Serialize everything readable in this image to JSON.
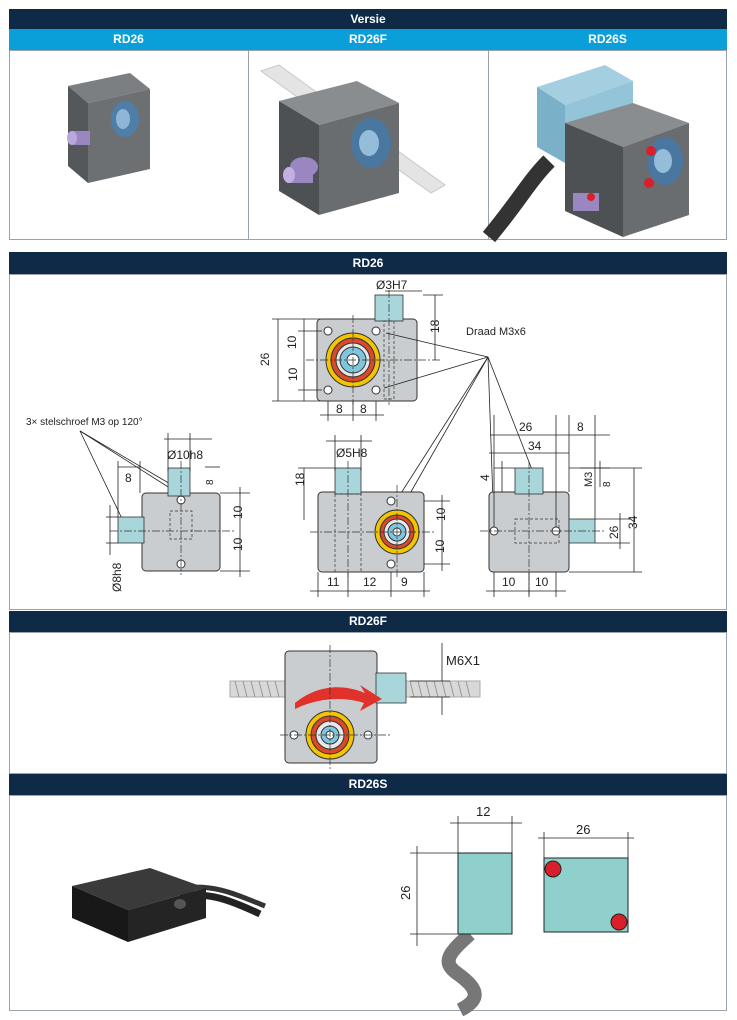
{
  "versions": {
    "header": "Versie",
    "columns": [
      "RD26",
      "RD26F",
      "RD26S"
    ],
    "photos": [
      "rd26-photo",
      "rd26f-photo",
      "rd26s-photo"
    ]
  },
  "rd26": {
    "header": "RD26",
    "top_view": {
      "shaft_label": "Ø3H7",
      "dims_vertical_left": [
        "26",
        "10",
        "10"
      ],
      "dim_right": "18",
      "dims_bottom": [
        "8",
        "8"
      ]
    },
    "callouts": {
      "thread": "Draad M3x6",
      "set_screw": "3× stelschroef M3 op 120°"
    },
    "left_view": {
      "shaft_label": "Ø10h8",
      "dim_top_left": "8",
      "dim_top_right": "8",
      "dims_right": [
        "10",
        "10"
      ],
      "bottom_label": "Ø8h8"
    },
    "front_view": {
      "shaft_label": "Ø5H8",
      "dim_left": "18",
      "dims_right": [
        "10",
        "10"
      ],
      "dims_bottom": [
        "11",
        "12",
        "9"
      ]
    },
    "right_view": {
      "dim_top_26": "26",
      "dim_top_8": "8",
      "dim_34_top": "34",
      "dim_4": "4",
      "dim_m3": "M3",
      "dim_8_side": "8",
      "dim_26_side": "26",
      "dim_34_side": "34",
      "dims_bottom": [
        "10",
        "10"
      ]
    }
  },
  "rd26f": {
    "header": "RD26F",
    "thread_label": "M6X1"
  },
  "rd26s": {
    "header": "RD26S",
    "dim_width_sensor": "12",
    "dim_height": "26",
    "dim_width_magnet": "26"
  },
  "colors": {
    "navy": "#0e2a47",
    "cyan": "#0b9fd9",
    "housing": "#c9cdcf",
    "sensor": "#8fd0cc",
    "magnet_dot": "#d8202a"
  }
}
